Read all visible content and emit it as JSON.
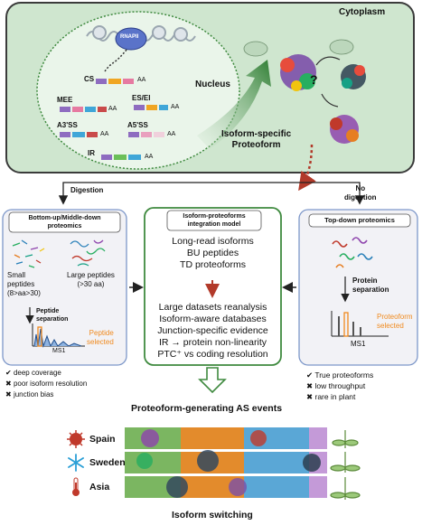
{
  "colors": {
    "cell_bg": "#cfe6cf",
    "cell_border": "#3b3b3b",
    "nucleus_bg": "#eaf5ea",
    "panel_bg": "#f2f2f6",
    "panel_border": "#7d97c9",
    "model_border": "#3f8a3f",
    "accent_orange": "#f08a1e",
    "arrow_red": "#b23a2a",
    "arrow_green": "#2e7d32"
  },
  "cell": {
    "cytoplasm_label": "Cytoplasm",
    "nucleus_label": "Nucleus",
    "rnap_label": "RNAPII",
    "proteoform_label_line1": "Isoform-specific",
    "proteoform_label_line2": "Proteoform",
    "question_mark": "?",
    "splicing": [
      {
        "label": "CS",
        "tag": "AA"
      },
      {
        "label": "MEE",
        "tag": "AA"
      },
      {
        "label": "ES/EI",
        "tag": "AA"
      },
      {
        "label": "A3'SS",
        "tag": "AA"
      },
      {
        "label": "A5'SS",
        "tag": "AA"
      },
      {
        "label": "IR",
        "tag": "AA"
      }
    ]
  },
  "flow": {
    "digestion": "Digestion",
    "no_digestion_line1": "No",
    "no_digestion_line2": "digestion"
  },
  "left_panel": {
    "title_line1": "Bottom-up/Middle-down",
    "title_line2": "proteomics",
    "small_peptides": [
      "Small",
      "peptides",
      "(8>aa>30)"
    ],
    "large_peptides": [
      "Large peptides",
      "(>30 aa)"
    ],
    "peptide_separation": [
      "Peptide",
      "separation"
    ],
    "ms1": "MS1",
    "selected": [
      "Peptide",
      "selected"
    ],
    "notes": [
      {
        "mark": "✔",
        "text": "deep coverage"
      },
      {
        "mark": "✖",
        "text": "poor isoform resolution"
      },
      {
        "mark": "✖",
        "text": "junction bias"
      }
    ]
  },
  "middle_panel": {
    "title_line1": "Isoform-proteoforms",
    "title_line2": "integration model",
    "inputs": [
      "Long-read isoforms",
      "BU peptides",
      "TD proteoforms"
    ],
    "outputs": [
      "Large datasets reanalysis",
      "Isoform-aware databases",
      "Junction-specific evidence",
      "IR → protein non-linearity",
      "PTC⁺ vs coding resolution"
    ]
  },
  "right_panel": {
    "title": "Top-down proteomics",
    "protein_separation": [
      "Protein",
      "separation"
    ],
    "ms1": "MS1",
    "selected": [
      "Proteoform",
      "selected"
    ],
    "notes": [
      {
        "mark": "✔",
        "text": "True proteoforms"
      },
      {
        "mark": "✖",
        "text": "low throughput"
      },
      {
        "mark": "✖",
        "text": "rare in plant"
      }
    ]
  },
  "bottom": {
    "title": "Proteoform-generating AS events",
    "conditions": [
      {
        "icon": "virus-icon",
        "label": "Spain",
        "color": "#c0392b"
      },
      {
        "icon": "snowflake-icon",
        "label": "Sweden",
        "color": "#2a9fd6"
      },
      {
        "icon": "thermometer-icon",
        "label": "Asia",
        "color": "#c0392b"
      }
    ],
    "footer": "Isoform switching"
  }
}
